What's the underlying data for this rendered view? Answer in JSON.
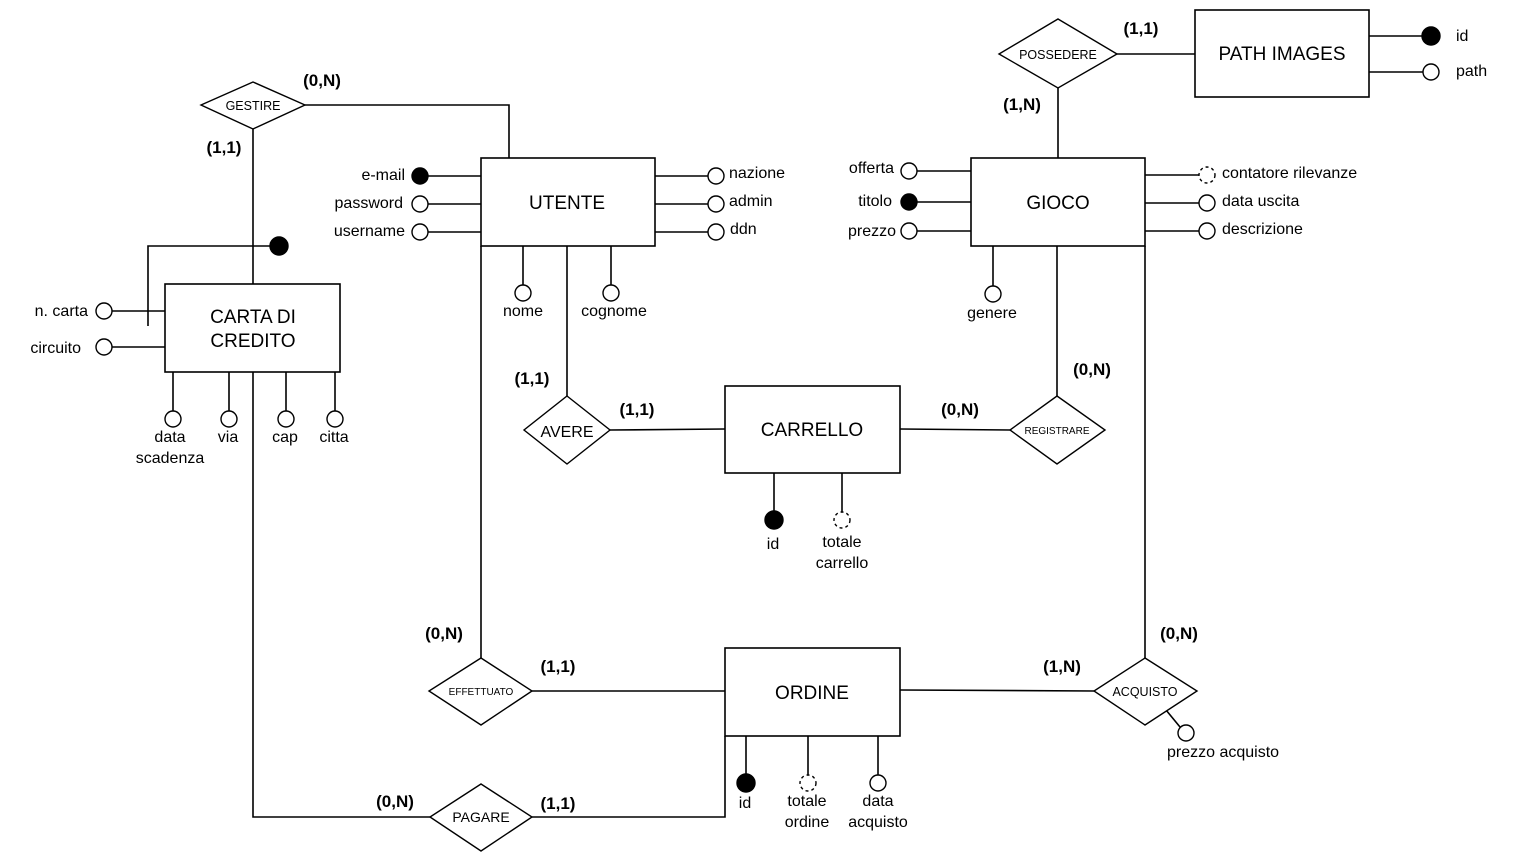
{
  "entities": {
    "utente": "UTENTE",
    "carta_line1": "CARTA DI",
    "carta_line2": "CREDITO",
    "carrello": "CARRELLO",
    "ordine": "ORDINE",
    "gioco": "GIOCO",
    "path_images": "PATH IMAGES"
  },
  "relationships": {
    "gestire": "GESTIRE",
    "avere": "AVERE",
    "effettuato": "EFFETTUATO",
    "pagare": "PAGARE",
    "registrare": "REGISTRARE",
    "acquisto": "ACQUISTO",
    "possedere": "POSSEDERE"
  },
  "attributes": {
    "utente": {
      "email": "e-mail",
      "password": "password",
      "username": "username",
      "nazione": "nazione",
      "admin": "admin",
      "ddn": "ddn",
      "nome": "nome",
      "cognome": "cognome"
    },
    "carta": {
      "n_carta": "n. carta",
      "circuito": "circuito",
      "data_scadenza_1": "data",
      "data_scadenza_2": "scadenza",
      "via": "via",
      "cap": "cap",
      "citta": "citta"
    },
    "carrello": {
      "id": "id",
      "totale_1": "totale",
      "totale_2": "carrello"
    },
    "ordine": {
      "id": "id",
      "totale_1": "totale",
      "totale_2": "ordine",
      "data_1": "data",
      "data_2": "acquisto"
    },
    "gioco": {
      "offerta": "offerta",
      "titolo": "titolo",
      "prezzo": "prezzo",
      "contatore": "contatore rilevanze",
      "data_uscita": "data uscita",
      "descrizione": "descrizione",
      "genere": "genere"
    },
    "path_images": {
      "id": "id",
      "path": "path"
    },
    "acquisto": {
      "prezzo_acquisto": "prezzo acquisto"
    }
  },
  "cardinalities": {
    "gestire_utente": "(0,N)",
    "gestire_carta": "(1,1)",
    "avere_utente": "(1,1)",
    "avere_carrello": "(1,1)",
    "registrare_carrello": "(0,N)",
    "registrare_gioco": "(0,N)",
    "effettuato_utente": "(0,N)",
    "effettuato_ordine": "(1,1)",
    "pagare_carta": "(0,N)",
    "pagare_ordine": "(1,1)",
    "acquisto_ordine": "(1,N)",
    "acquisto_gioco": "(0,N)",
    "possedere_gioco": "(1,N)",
    "possedere_path": "(1,1)"
  }
}
